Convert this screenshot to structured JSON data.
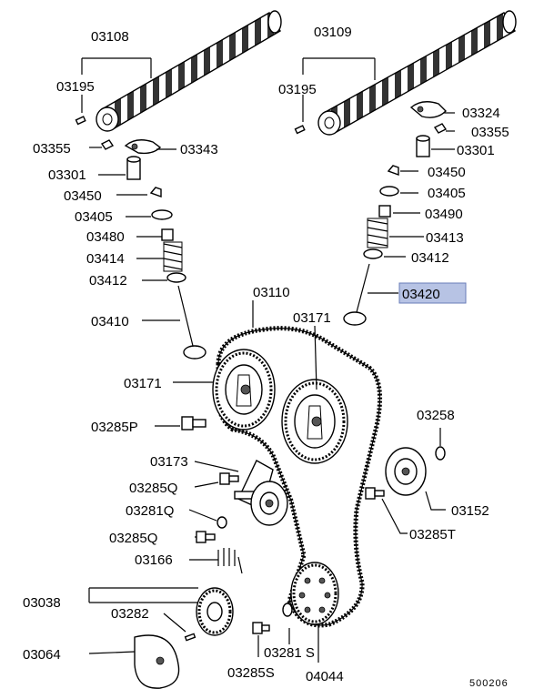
{
  "diagram_ref": "500206",
  "highlight_part": "03420",
  "highlight_color": "#b7c3e4",
  "labels": {
    "p03108": "03108",
    "p03109": "03109",
    "p03195_l": "03195",
    "p03195_r": "03195",
    "p03324": "03324",
    "p03355_r": "03355",
    "p03355_l": "03355",
    "p03343": "03343",
    "p03301_l": "03301",
    "p03301_r": "03301",
    "p03450_l": "03450",
    "p03450_r": "03450",
    "p03405_l": "03405",
    "p03405_r": "03405",
    "p03490": "03490",
    "p03480": "03480",
    "p03413": "03413",
    "p03414": "03414",
    "p03412_l": "03412",
    "p03412_r": "03412",
    "p03420": "03420",
    "p03110": "03110",
    "p03171_r": "03171",
    "p03410": "03410",
    "p03171_l": "03171",
    "p03258": "03258",
    "p03285P": "03285P",
    "p03173": "03173",
    "p03285Q_a": "03285Q",
    "p03152": "03152",
    "p03281Q": "03281Q",
    "p03285T": "03285T",
    "p03285Q_b": "03285Q",
    "p03166": "03166",
    "p03038": "03038",
    "p03282": "03282",
    "p03064": "03064",
    "p03281S": "03281 S",
    "p03285S": "03285S",
    "p04044": "04044"
  }
}
